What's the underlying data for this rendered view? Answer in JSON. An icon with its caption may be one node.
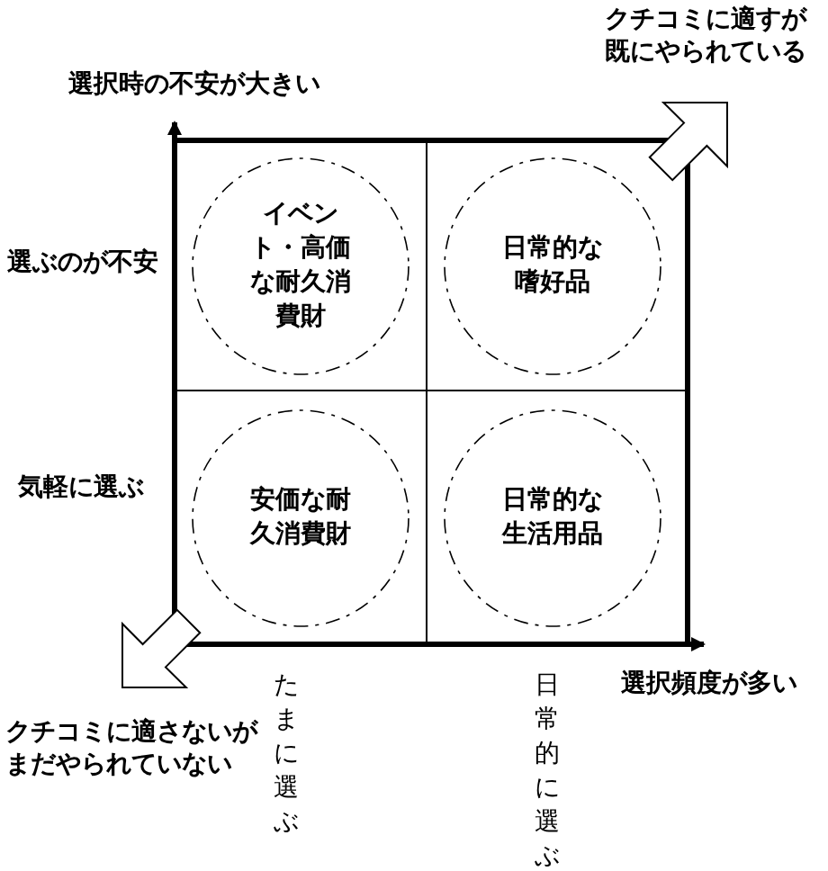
{
  "diagram": {
    "nodes": [
      {
        "text": [
          "イベント・高価な耐久消費財"
        ]
      },
      {
        "text": [
          "日常的な嗜好品"
        ]
      },
      {
        "text": [
          "安価な耐久消費財"
        ]
      },
      {
        "text": [
          "日常的な生活用品"
        ]
      }
    ],
    "labels": [
      "クチコミに適すが既にやられている",
      "選択時の不安が大きい",
      "選ぶのが不安",
      "気軽に選ぶ",
      "選択頻度が多い",
      "たまに選ぶ",
      "日常的に選ぶ",
      "クチコミに適さないがまだやられていない"
    ]
  }
}
